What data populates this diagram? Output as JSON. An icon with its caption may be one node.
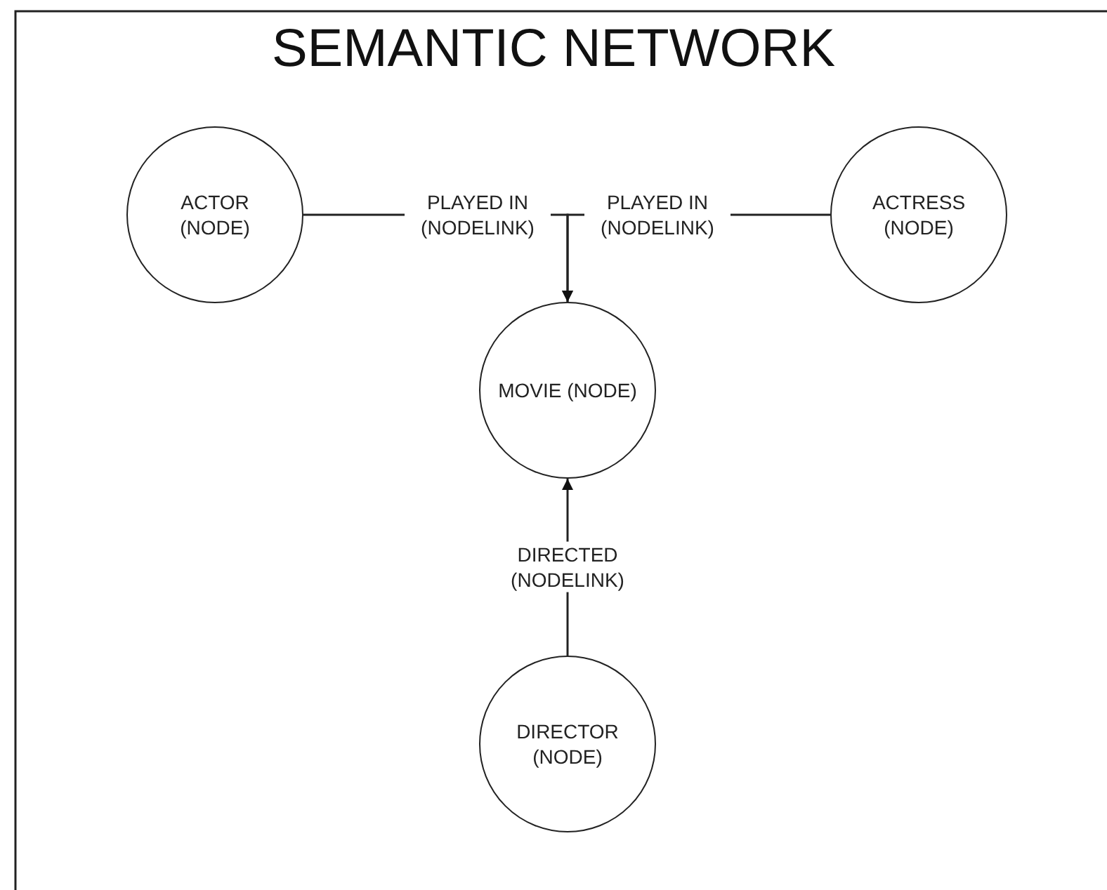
{
  "diagram": {
    "title": "SEMANTIC NETWORK",
    "nodes": [
      {
        "text": [
          "ACTOR (NODE)"
        ]
      },
      {
        "text": [
          "ACTRESS (NODE)"
        ]
      },
      {
        "text": [
          "MOVIE (NODE)"
        ]
      },
      {
        "text": [
          "DIRECTOR (NODE)"
        ]
      }
    ],
    "edges": [
      {
        "from": 0,
        "to": 2,
        "arrow": "to",
        "label": "PLAYED IN (NODELINK)"
      },
      {
        "from": 1,
        "to": 2,
        "arrow": "to",
        "label": "PLAYED IN (NODELINK)"
      },
      {
        "from": 3,
        "to": 2,
        "arrow": "to",
        "label": "DIRECTED (NODELINK)"
      }
    ]
  }
}
